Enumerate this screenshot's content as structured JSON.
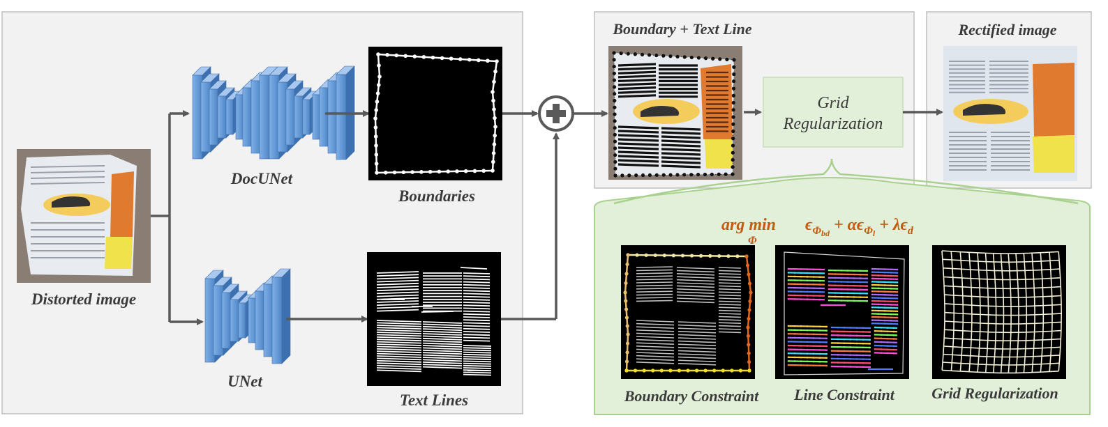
{
  "labels": {
    "distorted": "Distorted  image",
    "docunet": "DocUNet",
    "unet": "UNet",
    "boundaries": "Boundaries",
    "text_lines": "Text Lines",
    "boundary_text_line": "Boundary + Text Line",
    "rectified": "Rectified image",
    "grid_reg_line1": "Grid",
    "grid_reg_line2": "Regularization",
    "boundary_constraint": "Boundary Constraint",
    "line_constraint": "Line Constraint",
    "grid_regularization": "Grid Regularization"
  },
  "formula": {
    "argmin": "arg min",
    "subscript": "Φ",
    "objective": "ϵ",
    "term1_sub": "Φ",
    "term1_subsub": "bd",
    "plus1": " + αϵ",
    "term2_sub": "Φ",
    "term2_subsub": "l",
    "plus2": " + λϵ",
    "term3_sub": "d"
  },
  "colors": {
    "panel_bg": "#f2f2f2",
    "panel_border": "#bfbfbf",
    "green_bg": "#e2efd9",
    "green_border": "#a9d18e",
    "network_blue": "#5b8fd0",
    "arrow": "#595959",
    "formula": "#c55a11"
  }
}
